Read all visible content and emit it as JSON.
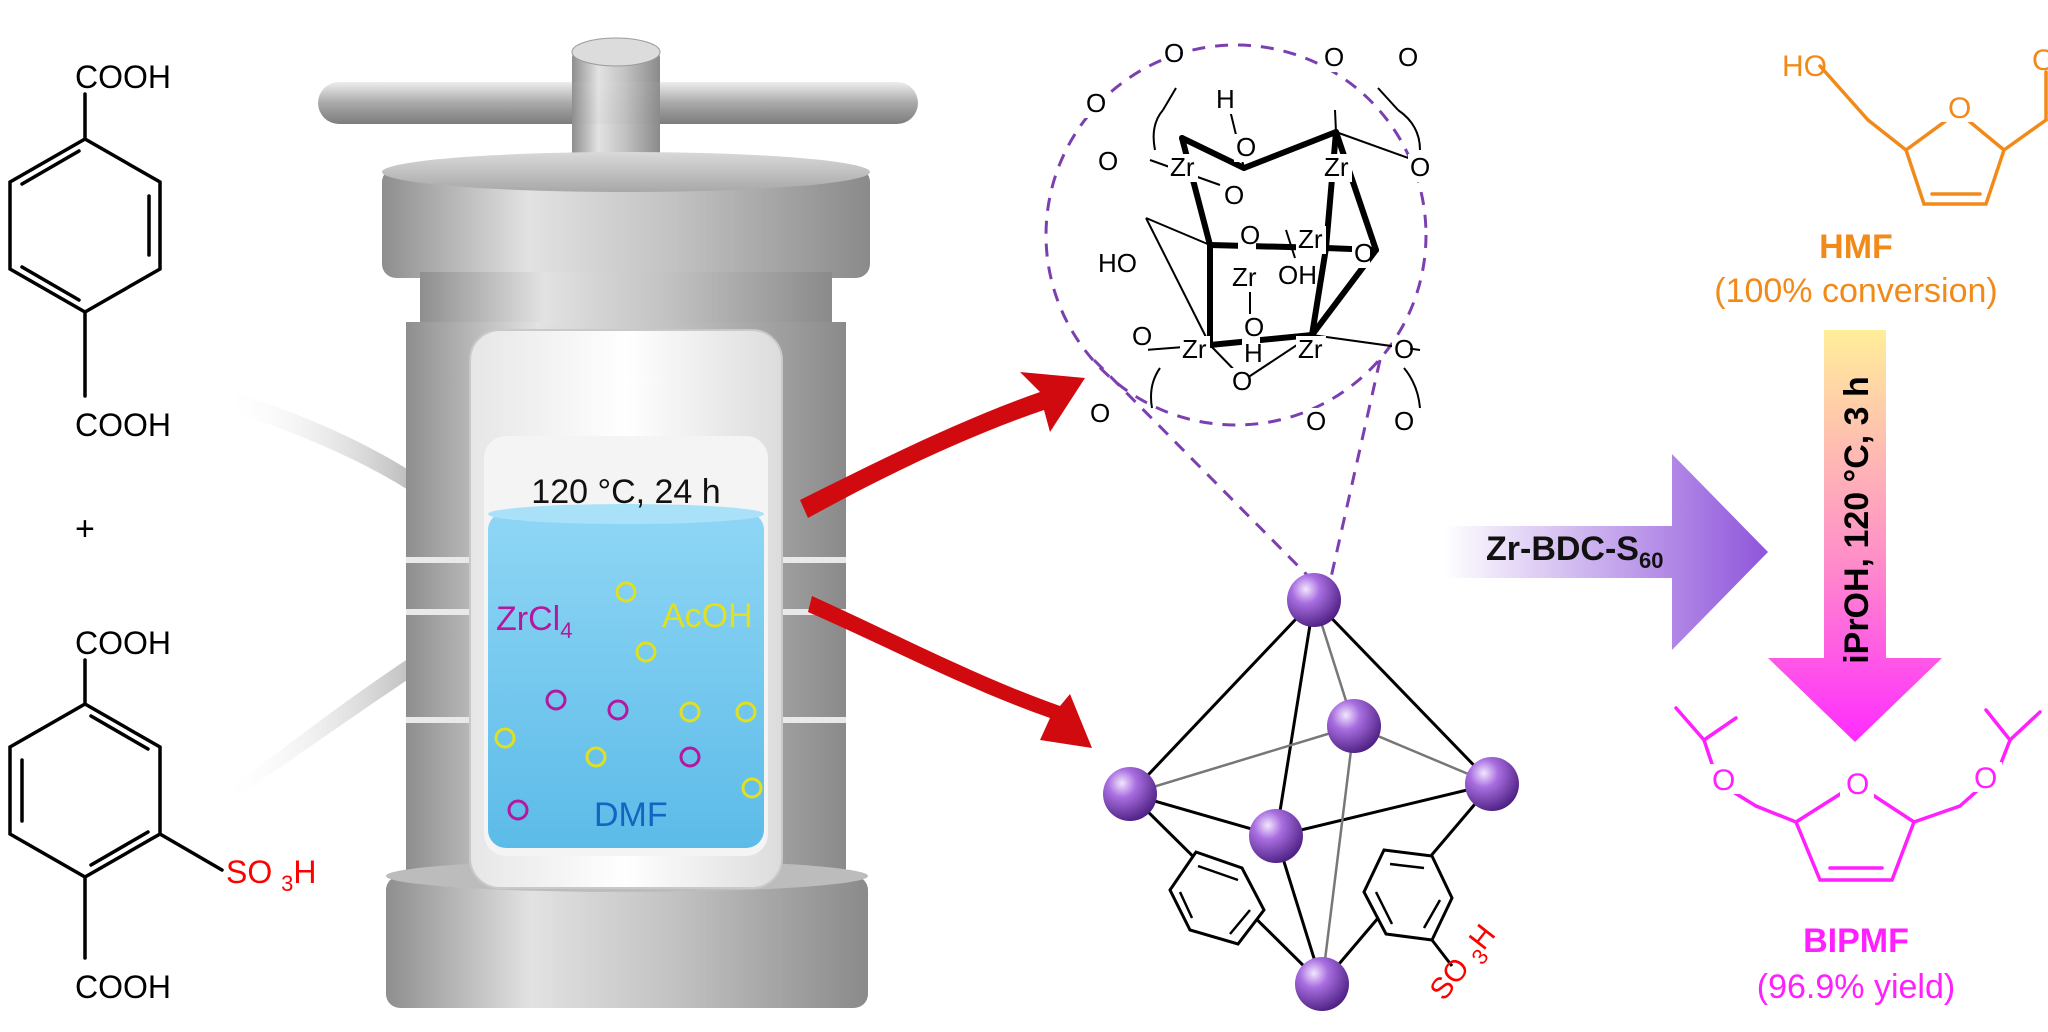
{
  "colors": {
    "orange": "#f28a1a",
    "magenta": "#ff1fff",
    "red": "#ff0000",
    "purple": "#7b3fb0",
    "zrcl4": "#b5179e",
    "acoh": "#e0e020",
    "dmf": "#1565c0",
    "solution": "#7ecff0",
    "arrow_red": "#d10a10"
  },
  "reactants": {
    "bdc_top_group": "COOH",
    "bdc_bottom_group": "COOH",
    "plus": "+",
    "sbdc_top_group": "COOH",
    "sbdc_bottom_group": "COOH",
    "sbdc_sulfonic_group": "SO3H"
  },
  "autoclave": {
    "conditions": "120 °C, 24 h",
    "zr_salt": "ZrCl4",
    "modulator": "AcOH",
    "solvent": "DMF"
  },
  "cluster": {
    "zr_label": "Zr",
    "oxygen_label": "O",
    "hydroxide_label": "OH",
    "hydroxide_label_left": "HO",
    "hydrogen_label": "H"
  },
  "framework": {
    "sulfonic_label": "SO3H"
  },
  "reaction": {
    "substrate": "HMF",
    "substrate_note": "(100% conversion)",
    "substrate_oh": "HO",
    "substrate_aldehyde_o": "O",
    "ring_o": "O",
    "catalyst": "Zr-BDC-S60",
    "conditions": "iPrOH, 120 °C, 3 h",
    "product": "BIPMF",
    "product_note": "(96.9% yield)"
  }
}
